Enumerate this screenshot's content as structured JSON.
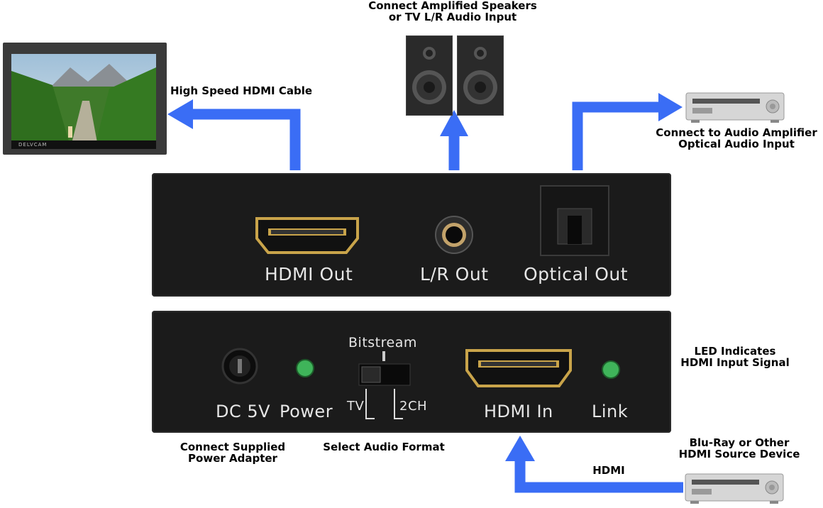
{
  "captions": {
    "speakers_line1": "Connect Amplified Speakers",
    "speakers_line2": "or TV L/R Audio Input",
    "hdmi_cable": "High Speed HDMI Cable",
    "amp_line1": "Connect to Audio Amplifier",
    "amp_line2": "Optical Audio Input",
    "led_line1": "LED Indicates",
    "led_line2": "HDMI Input Signal",
    "power_line1": "Connect Supplied",
    "power_line2": "Power Adapter",
    "audio_format": "Select Audio Format",
    "source_line1": "Blu-Ray or Other",
    "source_line2": "HDMI Source Device",
    "hdmi": "HDMI"
  },
  "top_panel": {
    "hdmi_out": "HDMI Out",
    "lr_out": "L/R Out",
    "optical_out": "Optical Out"
  },
  "bottom_panel": {
    "dc5v": "DC 5V",
    "power": "Power",
    "bitstream": "Bitstream",
    "tv": "TV",
    "ch2": "2CH",
    "hdmi_in": "HDMI In",
    "link": "Link"
  },
  "monitor_brand": "DELVCAM",
  "colors": {
    "arrow": "#3a6df5",
    "panel": "#1b1b1b",
    "led": "#3fb45a",
    "gold": "#c9a44a"
  }
}
